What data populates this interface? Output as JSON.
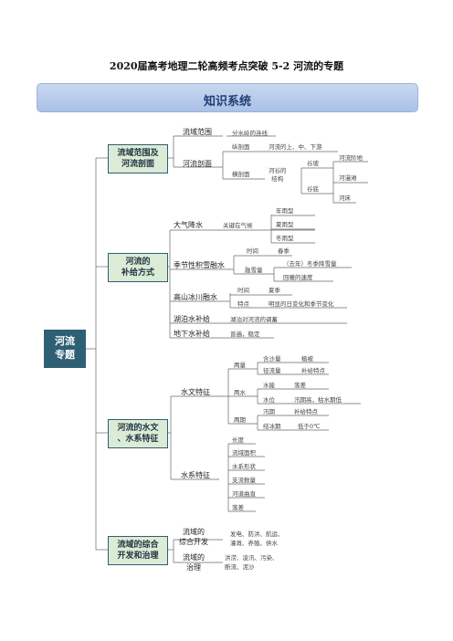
{
  "doc_title": "2020届高考地理二轮高频考点突破  5-2   河流的专题",
  "banner": "知识系统",
  "root": "河流\n专题",
  "sections": {
    "s1": {
      "label": "流域范围及\n河流剖面",
      "range": "流域范围",
      "range_desc": "分水岭的连线",
      "profile": "河流剖面",
      "longitudinal": "纵剖面",
      "longitudinal_desc": "河流的上、中、下游",
      "cross": "横剖面",
      "valley": "河谷的\n结构",
      "slope": "谷坡",
      "terrace": "河流阶地",
      "bottom": "谷底",
      "floodplain": "河漫滩",
      "bed": "河床"
    },
    "s2": {
      "label": "河流的\n补给方式",
      "rain": "大气降水",
      "rain_key": "关键在气候",
      "rain_types": [
        "年雨型",
        "夏雨型",
        "冬雨型"
      ],
      "snow": "季节性积雪融水",
      "snow_time": "时间",
      "snow_time_val": "春季",
      "snow_amount": "融雪量",
      "snow_a1": "（去年）冬季降雪量",
      "snow_a2": "回暖的速度",
      "glacier": "高山冰川融水",
      "glacier_time": "时间",
      "glacier_time_val": "夏季",
      "glacier_feature": "特点",
      "glacier_feature_val": "明显的日变化和季节变化",
      "lake": "湖泊水补给",
      "lake_desc": "湖泊对河流的调蓄",
      "ground": "地下水补给",
      "ground_desc": "普遍，稳定"
    },
    "s3": {
      "label": "河流的水文\n、水系特征",
      "hydro": "水文特征",
      "liang": "两量",
      "sediment": "含沙量",
      "sediment_val": "植被",
      "runoff": "径流量",
      "runoff_val": "补给特点",
      "shui": "两水",
      "energy": "水能",
      "energy_val": "落差",
      "level": "水位",
      "level_val": "汛期高，枯水期低",
      "qi": "两期",
      "flood": "汛期",
      "flood_val": "补给特点",
      "ice": "结冰期",
      "ice_val": "低于0℃",
      "system": "水系特征",
      "system_items": [
        "长度",
        "流域面积",
        "水系形状",
        "支流数量",
        "河道曲直",
        "落差"
      ]
    },
    "s4": {
      "label": "流域的综合\n开发和治理",
      "dev": "流域的\n综合开发",
      "dev_desc": "发电、防洪、航运、\n灌溉、养殖、供水",
      "gov": "流域的\n治理",
      "gov_desc": "洪涝、凌汛、污染、\n断流、泥沙"
    }
  }
}
